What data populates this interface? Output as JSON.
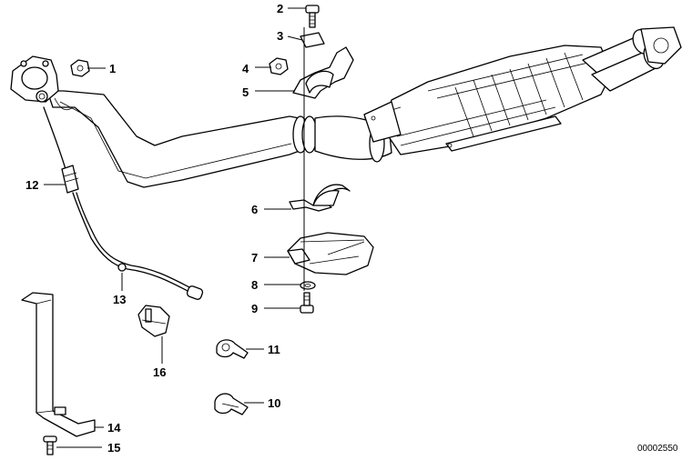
{
  "diagram_code": "00002550",
  "callouts": [
    {
      "id": "c1",
      "label": "1"
    },
    {
      "id": "c2",
      "label": "2"
    },
    {
      "id": "c3",
      "label": "3"
    },
    {
      "id": "c4",
      "label": "4"
    },
    {
      "id": "c5",
      "label": "5"
    },
    {
      "id": "c6",
      "label": "6"
    },
    {
      "id": "c7",
      "label": "7"
    },
    {
      "id": "c8",
      "label": "8"
    },
    {
      "id": "c9",
      "label": "9"
    },
    {
      "id": "c10",
      "label": "10"
    },
    {
      "id": "c11",
      "label": "11"
    },
    {
      "id": "c12",
      "label": "12"
    },
    {
      "id": "c13",
      "label": "13"
    },
    {
      "id": "c14",
      "label": "14"
    },
    {
      "id": "c15",
      "label": "15"
    },
    {
      "id": "c16",
      "label": "16"
    }
  ]
}
